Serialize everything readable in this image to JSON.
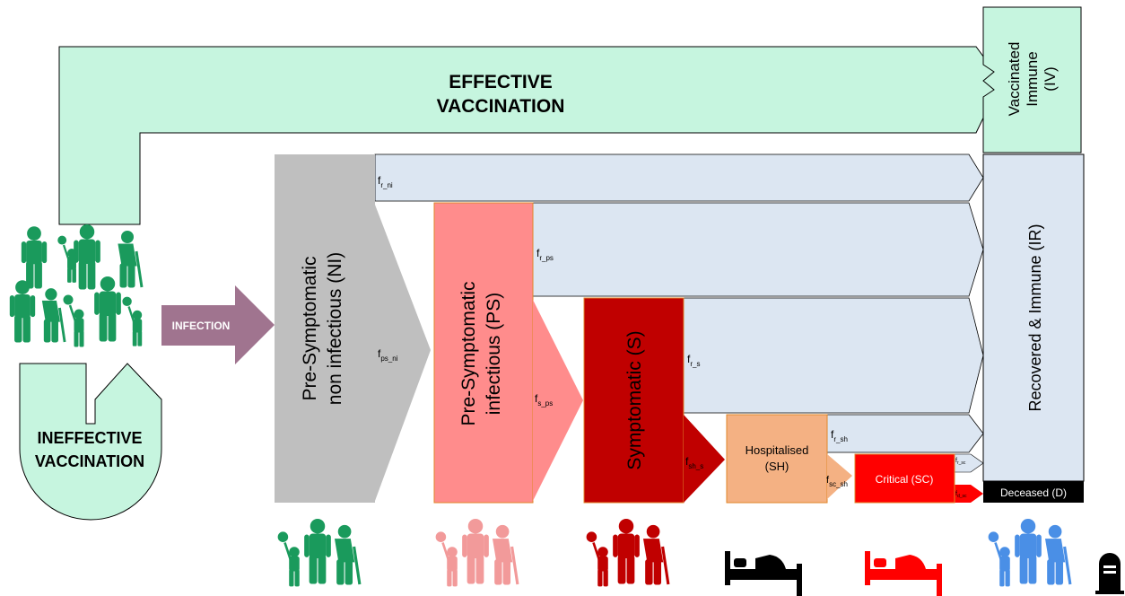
{
  "vaccination": {
    "effective_line1": "EFFECTIVE",
    "effective_line2": "VACCINATION",
    "ineffective_line1": "INEFFECTIVE",
    "ineffective_line2": "VACCINATION",
    "infection": "INFECTION"
  },
  "compartments": {
    "ni_line1": "Pre-Symptomatic",
    "ni_line2": "non infectious (NI)",
    "ps_line1": "Pre-Symptomatic",
    "ps_line2": "infectious (PS)",
    "s": "Symptomatic (S)",
    "sh_line1": "Hospitalised",
    "sh_line2": "(SH)",
    "sc": "Critical (SC)",
    "ir": "Recovered & Immune (IR)",
    "iv_line1": "Vaccinated",
    "iv_line2": "Immune",
    "iv_line3": "(IV)",
    "d": "Deceased (D)"
  },
  "fractions": {
    "f_r_ni": {
      "base": "f",
      "sub": "r_ni"
    },
    "f_ps_ni": {
      "base": "f",
      "sub": "ps_ni"
    },
    "f_r_ps": {
      "base": "f",
      "sub": "r_ps"
    },
    "f_s_ps": {
      "base": "f",
      "sub": "s_ps"
    },
    "f_r_s": {
      "base": "f",
      "sub": "r_s"
    },
    "f_sh_s": {
      "base": "f",
      "sub": "sh_s"
    },
    "f_r_sh": {
      "base": "f",
      "sub": "r_sh"
    },
    "f_sc_sh": {
      "base": "f",
      "sub": "sc_sh"
    },
    "f_r_sc": {
      "base": "f",
      "sub": "r_sc"
    },
    "f_d_sc": {
      "base": "f",
      "sub": "d_sc"
    }
  },
  "colors": {
    "vaccination": "#c6f5df",
    "flow": "#dce6f2",
    "ni": "#bfbfbf",
    "ps": "#ff8c8c",
    "s": "#c00000",
    "sh": "#f4b183",
    "sc": "#ff0000",
    "infection": "#a0748f",
    "people_green": "#1a9a5c",
    "people_pink": "#f29a9a",
    "people_red": "#c00000",
    "people_blue": "#4a8fe6"
  },
  "icons": [
    "people-group-icon",
    "family-icon",
    "hospital-bed-icon",
    "gravestone-icon"
  ]
}
